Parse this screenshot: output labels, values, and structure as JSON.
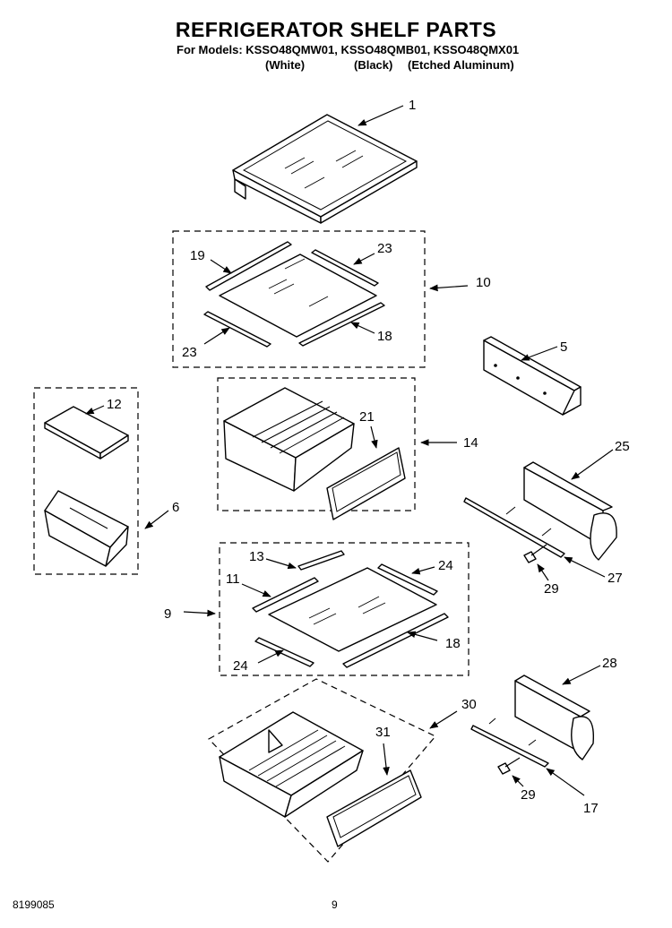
{
  "header": {
    "title": "REFRIGERATOR SHELF PARTS",
    "models_line": "For Models: KSSO48QMW01, KSSO48QMB01, KSSO48QMX01",
    "variant_white": "(White)",
    "variant_black": "(Black)",
    "variant_aluminum": "(Etched Aluminum)"
  },
  "callouts": {
    "p1": "1",
    "p5": "5",
    "p6": "6",
    "p9": "9",
    "p10": "10",
    "p11": "11",
    "p12": "12",
    "p13": "13",
    "p14": "14",
    "p17": "17",
    "p18a": "18",
    "p18b": "18",
    "p19": "19",
    "p21": "21",
    "p23a": "23",
    "p23b": "23",
    "p24a": "24",
    "p24b": "24",
    "p25": "25",
    "p27": "27",
    "p28": "28",
    "p29a": "29",
    "p29b": "29",
    "p30": "30",
    "p31": "31"
  },
  "footer": {
    "doc_number": "8199085",
    "page_number": "9"
  }
}
